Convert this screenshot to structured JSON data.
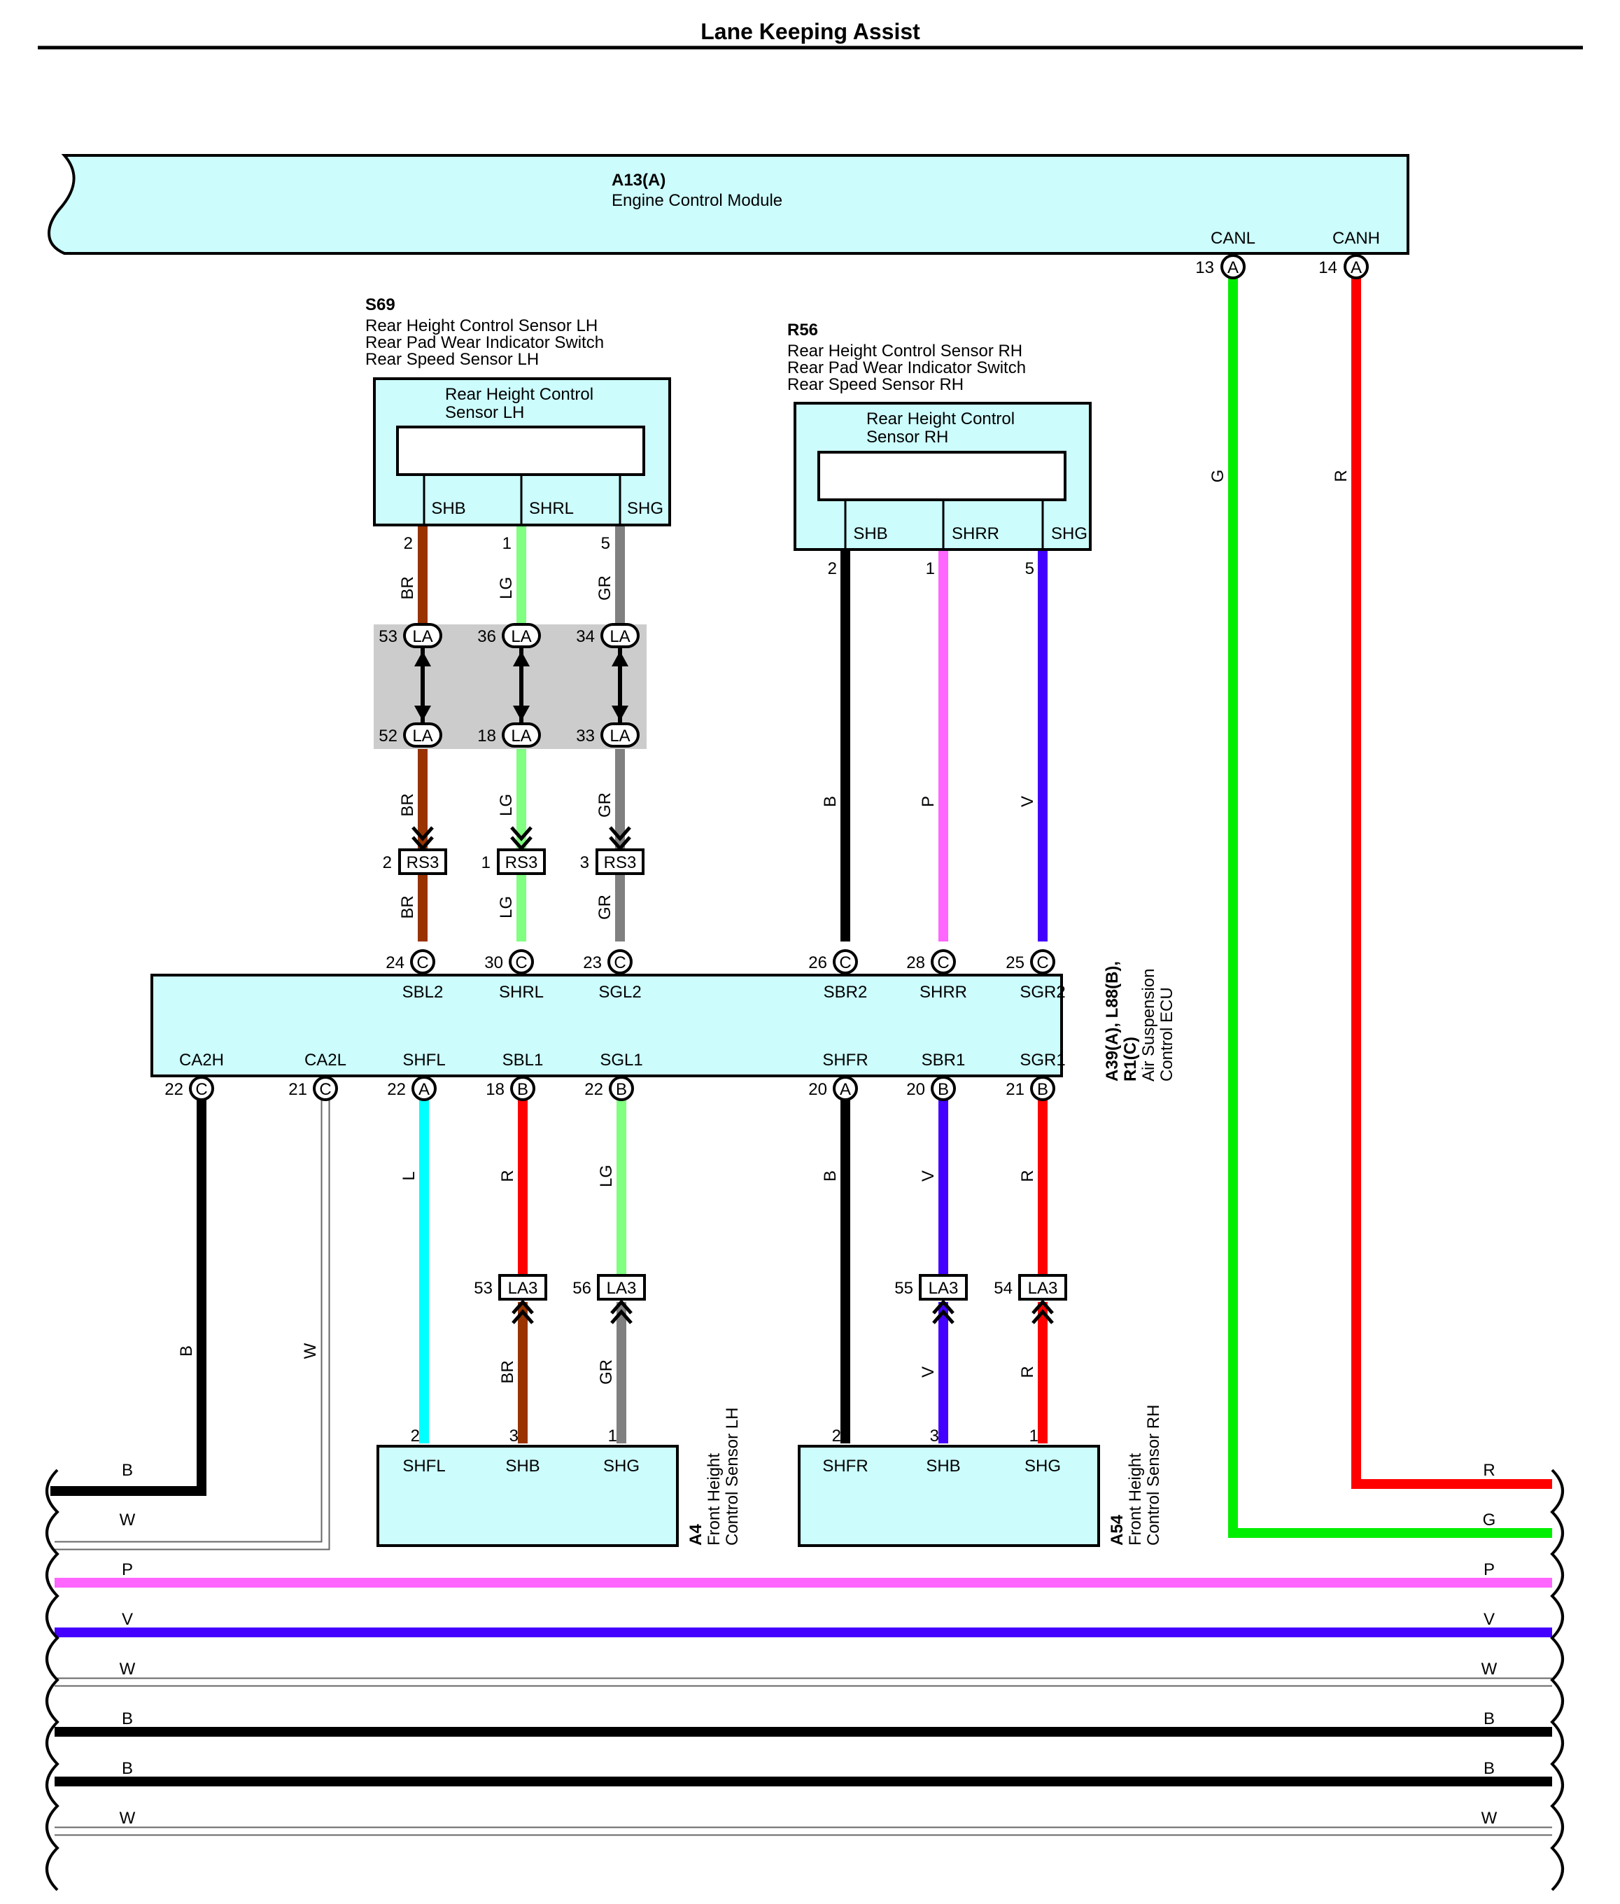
{
  "title": "Lane Keeping Assist",
  "ecm": {
    "code": "A13(A)",
    "name": "Engine Control Module",
    "pin13_name": "CANL",
    "pin14_name": "CANH"
  },
  "s69": {
    "code": "S69",
    "lines": [
      "Rear Height Control Sensor LH",
      "Rear Pad Wear Indicator Switch",
      "Rear Speed Sensor LH"
    ],
    "box_lines": [
      "Rear Height Control",
      "Sensor LH"
    ],
    "pins": [
      "SHB",
      "SHRL",
      "SHG"
    ],
    "nums": [
      "2",
      "1",
      "5"
    ]
  },
  "r56": {
    "code": "R56",
    "lines": [
      "Rear Height Control Sensor RH",
      "Rear Pad Wear Indicator Switch",
      "Rear Speed Sensor RH"
    ],
    "box_lines": [
      "Rear Height Control",
      "Sensor RH"
    ],
    "pins": [
      "SHB",
      "SHRR",
      "SHG"
    ],
    "nums": [
      "2",
      "1",
      "5"
    ]
  },
  "ecu": {
    "code_line1": "A39(A), L88(B),",
    "code_line2": "R1(C)",
    "name_line1": "Air Suspension",
    "name_line2": "Control ECU",
    "top_pins": [
      "SBL2",
      "SHRL",
      "SGL2",
      "SBR2",
      "SHRR",
      "SGR2"
    ],
    "top_nums": [
      "24",
      "30",
      "23",
      "26",
      "28",
      "25"
    ],
    "bottom_pins": [
      "CA2H",
      "CA2L",
      "SHFL",
      "SBL1",
      "SGL1",
      "SHFR",
      "SBR1",
      "SGR1"
    ],
    "bottom_nums": [
      "22",
      "21",
      "22",
      "18",
      "22",
      "20",
      "20",
      "21"
    ],
    "bottom_letters": [
      "C",
      "C",
      "A",
      "B",
      "B",
      "A",
      "B",
      "B"
    ]
  },
  "a4": {
    "code": "A4",
    "name_line1": "Front Height",
    "name_line2": "Control Sensor LH",
    "pins": [
      "SHFL",
      "SHB",
      "SHG"
    ],
    "nums": [
      "2",
      "3",
      "1"
    ]
  },
  "a54": {
    "code": "A54",
    "name_line1": "Front Height",
    "name_line2": "Control Sensor RH",
    "pins": [
      "SHFR",
      "SHB",
      "SHG"
    ],
    "nums": [
      "2",
      "3",
      "1"
    ]
  },
  "ecm_pins": {
    "num13": "13",
    "num14": "14",
    "letter": "A"
  },
  "la_junction": {
    "label": "LA",
    "top_nums": [
      "53",
      "36",
      "34"
    ],
    "bottom_nums": [
      "52",
      "18",
      "33"
    ]
  },
  "rs3": {
    "label": "RS3",
    "nums": [
      "2",
      "1",
      "3"
    ]
  },
  "la3": {
    "label": "LA3",
    "nums": [
      "53",
      "56",
      "55",
      "54"
    ]
  },
  "pin_letter_c": "C",
  "wire_labels": {
    "s69_upper": [
      "BR",
      "LG",
      "GR"
    ],
    "s69_mid": [
      "BR",
      "LG",
      "GR"
    ],
    "s69_low": [
      "BR",
      "LG",
      "GR"
    ],
    "r56": [
      "B",
      "P",
      "V"
    ],
    "ecm": [
      "G",
      "R"
    ],
    "ca": [
      "B",
      "W"
    ],
    "ecu_lower": [
      "L",
      "R",
      "LG",
      "B",
      "V",
      "R"
    ],
    "front": [
      "BR",
      "GR",
      "V",
      "R"
    ]
  },
  "bus": [
    {
      "left": "B",
      "right": "R"
    },
    {
      "left": "W",
      "right": "G"
    },
    {
      "left": "P",
      "right": "P"
    },
    {
      "left": "V",
      "right": "V"
    },
    {
      "left": "W",
      "right": "W"
    },
    {
      "left": "B",
      "right": "B"
    },
    {
      "left": "B",
      "right": "B"
    },
    {
      "left": "W",
      "right": "W"
    }
  ],
  "colors": {
    "box_fill": "#ccfcfc",
    "BR": "#993300",
    "LG": "#80ff80",
    "GR": "#808080",
    "B": "#000000",
    "P": "#ff66ff",
    "V": "#4400ff",
    "G": "#00ee00",
    "R": "#ff0000",
    "L": "#00ffff",
    "W": "#ffffff"
  }
}
